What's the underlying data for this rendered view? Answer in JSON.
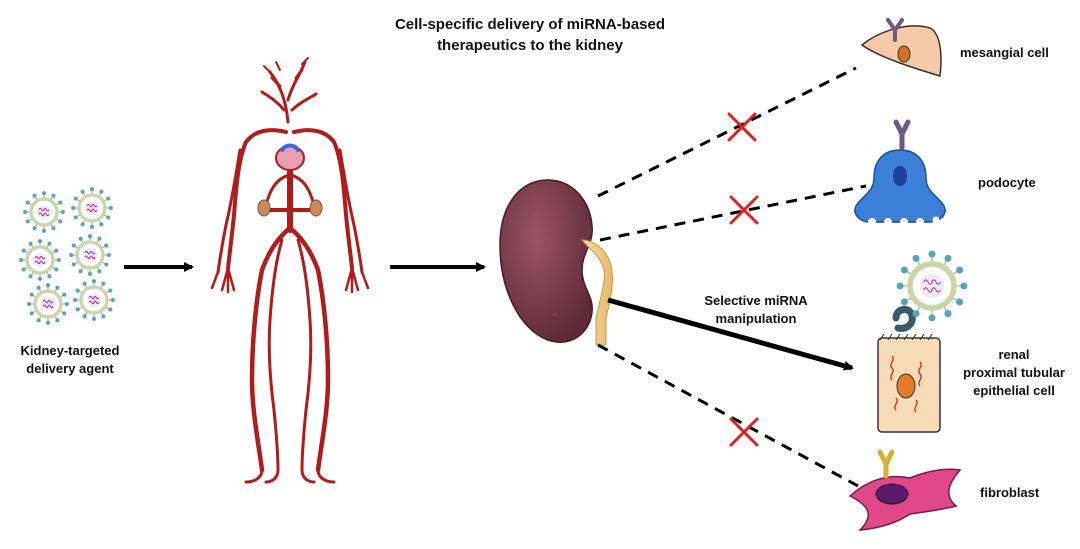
{
  "title": {
    "line1": "Cell-specific delivery of miRNA-based",
    "line2": "therapeutics to the kidney"
  },
  "delivery_agent": {
    "line1": "Kidney-targeted",
    "line2": "delivery agent"
  },
  "pathway": {
    "line1": "Selective miRNA",
    "line2": "manipulation"
  },
  "cells": {
    "mesangial": "mesangial cell",
    "podocyte": "podocyte",
    "rptec_line1": "renal",
    "rptec_line2": "proximal tubular",
    "rptec_line3": "epithelial cell",
    "fibroblast": "fibroblast"
  },
  "colors": {
    "vessel": "#b01c1c",
    "kidney": "#7a3a4a",
    "ureter": "#f2d08a",
    "blocked": "#e02020",
    "nanoparticle_shell": "#c9d6a8",
    "nanoparticle_dots": "#5aa3b8",
    "mesangial": "#f6c9a8",
    "podocyte": "#3b7fd8",
    "tubular": "#f8dcb8",
    "fibroblast": "#e0488a",
    "receptor": "#6e5a80"
  },
  "icons": [
    "nanoparticle-icon",
    "human-vascular-icon",
    "kidney-icon",
    "blocked-x-icon",
    "receptor-icon"
  ]
}
